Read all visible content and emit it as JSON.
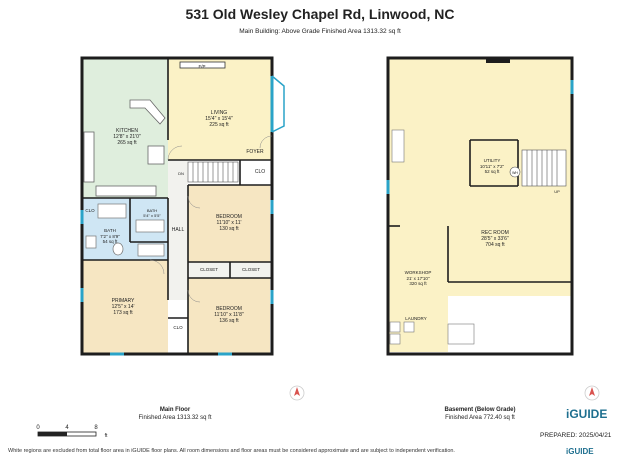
{
  "header": {
    "title": "531 Old Wesley Chapel Rd, Linwood, NC",
    "subtitle": "Main Building: Above Grade Finished Area 1313.32 sq ft"
  },
  "main_floor": {
    "name": "Main Floor",
    "area": "Finished Area 1313.32 sq ft",
    "rooms": {
      "kitchen": {
        "name": "KITCHEN",
        "dims": "12'8\" x 21'0\"",
        "area": "265 sq ft"
      },
      "living": {
        "name": "LIVING",
        "dims": "15'4\" x 15'4\"",
        "area": "225 sq ft"
      },
      "foyer": {
        "name": "FOYER"
      },
      "clo_foyer": {
        "name": "CLO"
      },
      "clo_bath": {
        "name": "CLO"
      },
      "bath": {
        "name": "BATH",
        "dims": "7'2\" x 8'9\"",
        "area": "54 sq ft"
      },
      "bath2": {
        "name": "BATH",
        "dims": "5'4\" x 5'5\""
      },
      "hall": {
        "name": "HALL"
      },
      "bedroom1": {
        "name": "BEDROOM",
        "dims": "11'10\" x 11'",
        "area": "130 sq ft"
      },
      "closet1": {
        "name": "CLOSET"
      },
      "closet2": {
        "name": "CLOSET"
      },
      "primary": {
        "name": "PRIMARY",
        "dims": "12'5\" x 14'",
        "area": "173 sq ft"
      },
      "bedroom2": {
        "name": "BEDROOM",
        "dims": "11'10\" x 11'8\"",
        "area": "136 sq ft"
      },
      "clo_primary": {
        "name": "CLO"
      },
      "fp": {
        "name": "F/P"
      },
      "dn": {
        "name": "DN"
      }
    }
  },
  "basement": {
    "name": "Basement (Below Grade)",
    "area": "Finished Area 772.40 sq ft",
    "rooms": {
      "utility": {
        "name": "UTILITY",
        "dims": "10'11\" x 7'2\"",
        "area": "52 sq ft"
      },
      "rec_room": {
        "name": "REC ROOM",
        "dims": "28'5\" x 33'6\"",
        "area": "704 sq ft"
      },
      "workshop": {
        "name": "WORKSHOP",
        "dims": "21' x 17'10\"",
        "area": "320 sq ft"
      },
      "laundry": {
        "name": "LAUNDRY"
      },
      "up": {
        "name": "UP"
      },
      "wh": {
        "name": "WH"
      }
    }
  },
  "scale": {
    "labels": [
      "0",
      "4",
      "8"
    ],
    "unit": "ft"
  },
  "prepared": "PREPARED: 2025/04/21",
  "brand": {
    "name": "iGUIDE"
  },
  "footer": "White regions are excluded from total floor area in iGUIDE floor plans. All room dimensions and floor areas must be considered approximate and are subject to independent verification.",
  "colors": {
    "kitchen": "#dfeedd",
    "living": "#fbf2c6",
    "bedroom": "#f6e6c2",
    "bath": "#cfe6f4",
    "hall": "#f2f2ee",
    "basement": "#fbf2c6",
    "wall": "#1d1d1d",
    "window": "#2aa3c8"
  }
}
